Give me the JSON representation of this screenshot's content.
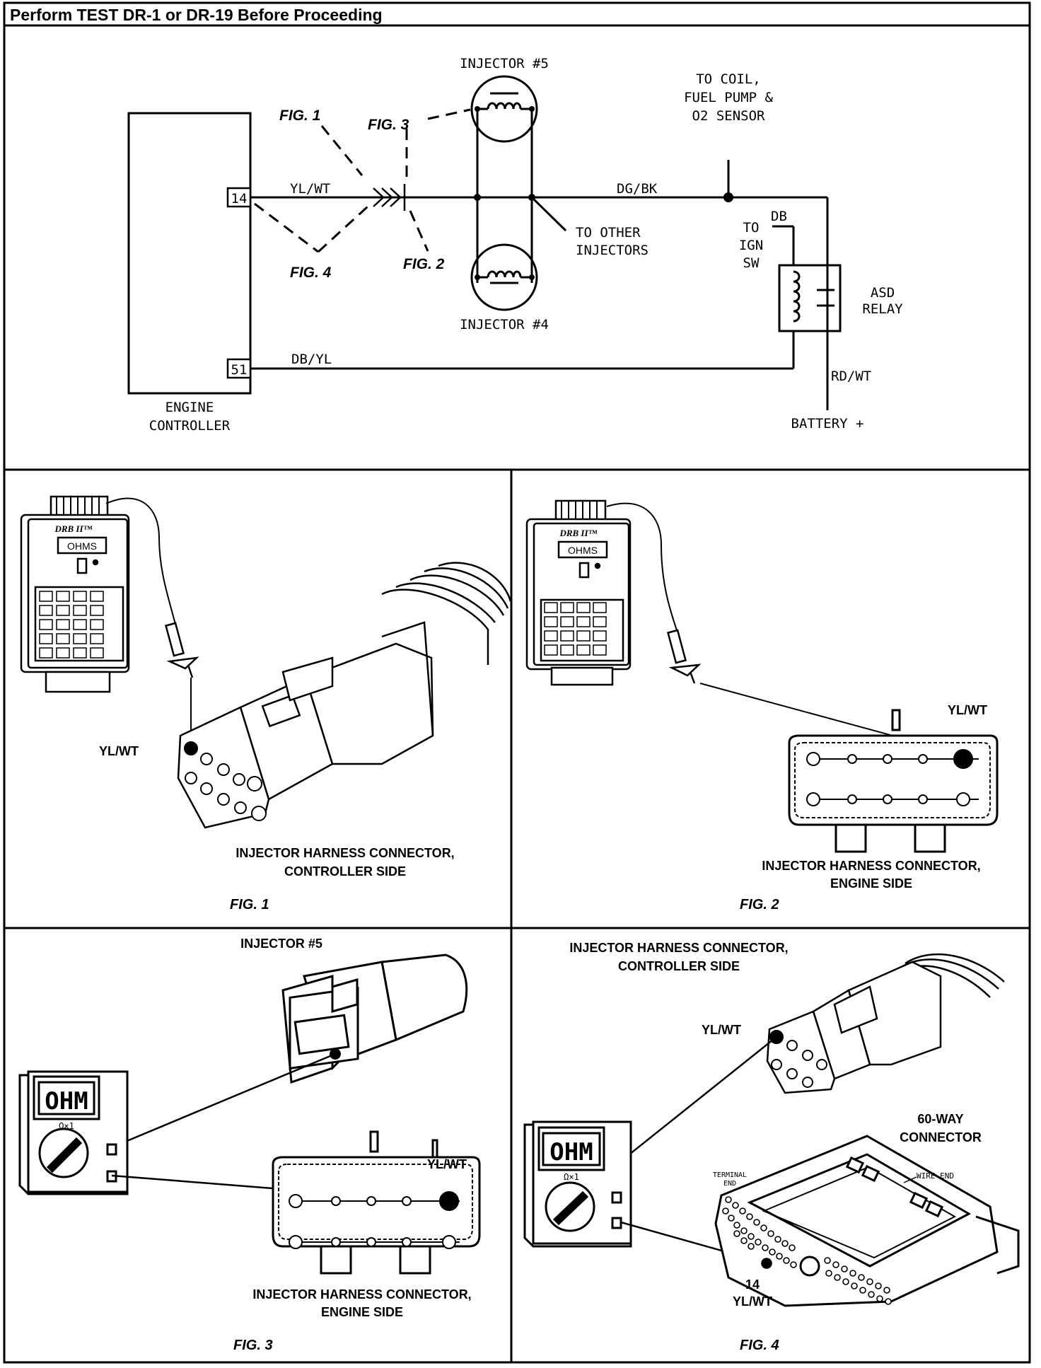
{
  "header": {
    "title": "Perform TEST DR-1 or DR-19 Before Proceeding"
  },
  "schematic": {
    "injector_top": "INJECTOR #5",
    "injector_bottom": "INJECTOR #4",
    "coil_line1": "TO COIL,",
    "coil_line2": "FUEL PUMP &",
    "coil_line3": "O2 SENSOR",
    "pin_14": "14",
    "pin_51": "51",
    "wire_ylwt": "YL/WT",
    "wire_dgbk": "DG/BK",
    "wire_dbyl": "DB/YL",
    "wire_db": "DB",
    "wire_rdwt": "RD/WT",
    "fig1": "FIG. 1",
    "fig2": "FIG. 2",
    "fig3": "FIG. 3",
    "fig4": "FIG. 4",
    "other_line1": "TO OTHER",
    "other_line2": "INJECTORS",
    "ign_line1": "TO",
    "ign_line2": "IGN",
    "ign_line3": "SW",
    "asd_line1": "ASD",
    "asd_line2": "RELAY",
    "controller_line1": "ENGINE",
    "controller_line2": "CONTROLLER",
    "battery": "BATTERY +"
  },
  "panel1": {
    "tool_name": "DRB II™",
    "tool_mode": "OHMS",
    "wire": "YL/WT",
    "caption_line1": "INJECTOR HARNESS CONNECTOR,",
    "caption_line2": "CONTROLLER SIDE",
    "fig": "FIG. 1"
  },
  "panel2": {
    "tool_name": "DRB II™",
    "tool_mode": "OHMS",
    "wire": "YL/WT",
    "caption_line1": "INJECTOR HARNESS CONNECTOR,",
    "caption_line2": "ENGINE SIDE",
    "fig": "FIG. 2"
  },
  "panel3": {
    "title": "INJECTOR #5",
    "meter_display": "OHM",
    "meter_range": "Ω×1",
    "wire": "YL/WT",
    "caption_line1": "INJECTOR HARNESS CONNECTOR,",
    "caption_line2": "ENGINE SIDE",
    "fig": "FIG. 3"
  },
  "panel4": {
    "caption_line1": "INJECTOR HARNESS CONNECTOR,",
    "caption_line2": "CONTROLLER SIDE",
    "wire": "YL/WT",
    "connector_line1": "60-WAY",
    "connector_line2": "CONNECTOR",
    "terminal_line1": "TERMINAL",
    "terminal_line2": "END",
    "wire_end": "WIRE END",
    "meter_display": "OHM",
    "meter_range": "Ω×1",
    "pin_number": "14",
    "pin_wire": "YL/WT",
    "fig": "FIG. 4"
  },
  "colors": {
    "ink": "#000000",
    "paper": "#ffffff"
  }
}
